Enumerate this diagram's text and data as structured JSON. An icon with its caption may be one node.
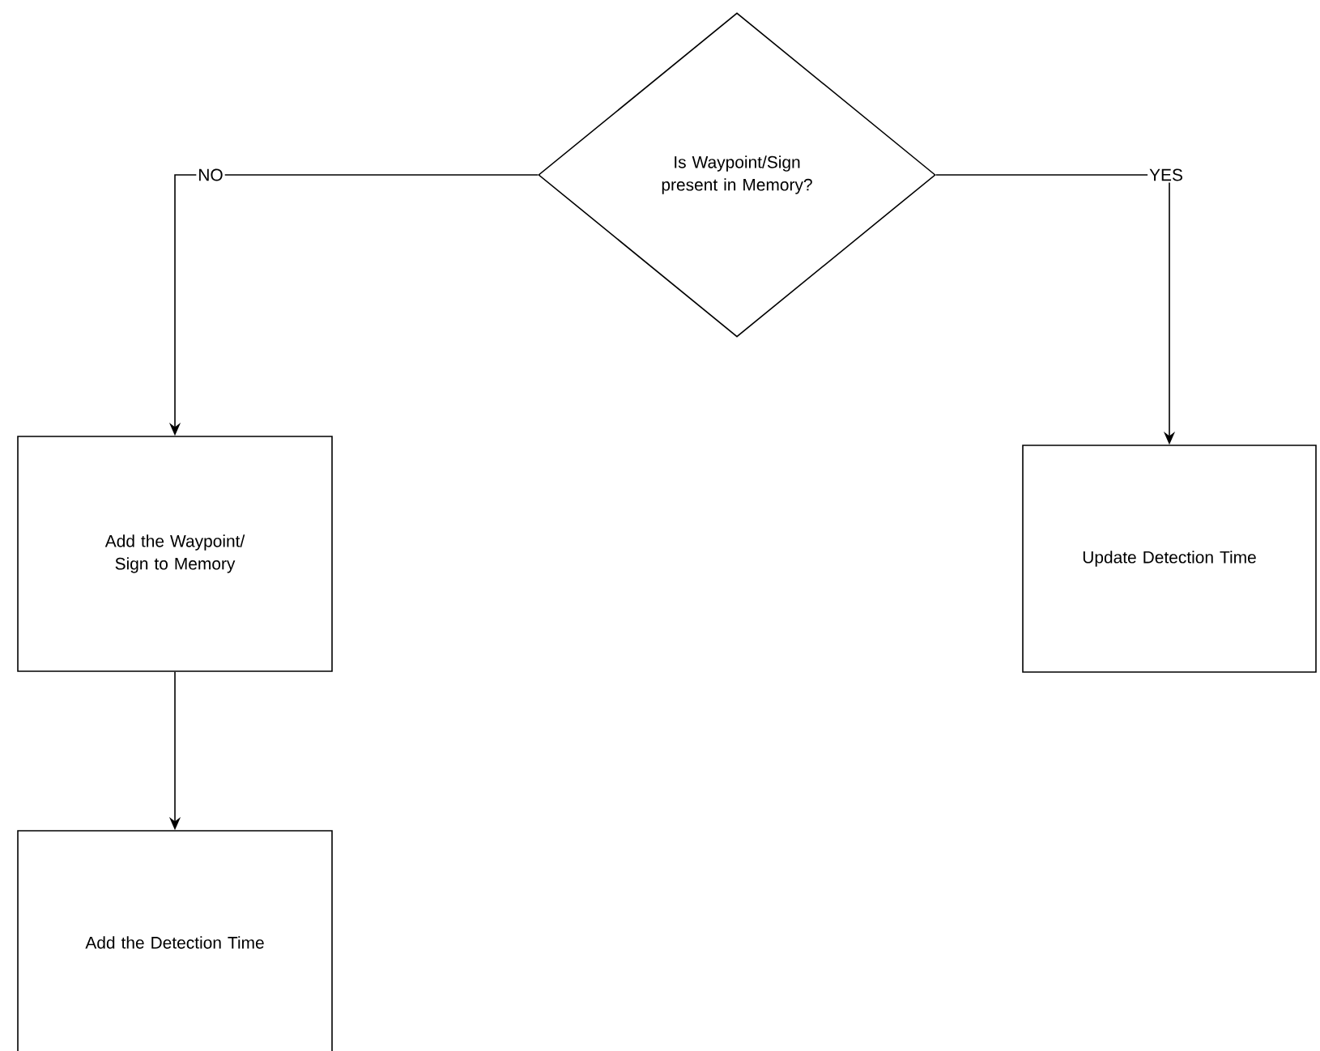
{
  "diagram": {
    "nodes": [
      {
        "text": [
          "Is Waypoint/Sign present in Memory?"
        ]
      },
      {
        "text": [
          "Add the Waypoint/ Sign to Memory"
        ]
      },
      {
        "text": [
          "Update Detection Time"
        ]
      },
      {
        "text": [
          "Add the Detection Time"
        ]
      }
    ],
    "edges": [
      {
        "from": 0,
        "to": 1,
        "arrow": "to",
        "label": "NO"
      },
      {
        "from": 0,
        "to": 2,
        "arrow": "to",
        "label": "YES"
      },
      {
        "from": 1,
        "to": 3,
        "arrow": "to"
      }
    ]
  }
}
